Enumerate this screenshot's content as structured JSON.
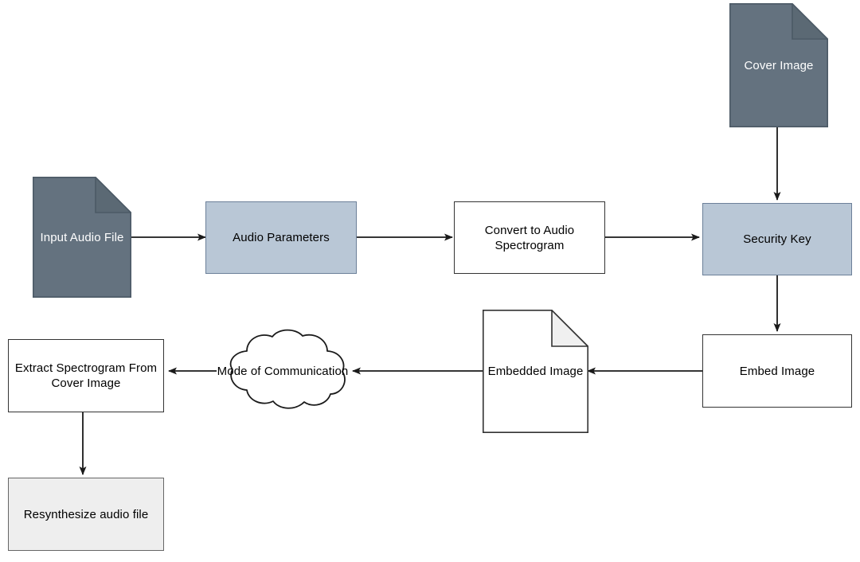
{
  "diagram": {
    "title": "Audio Steganography Flowchart",
    "background": "#ffffff",
    "colors": {
      "dark_document_fill": "#64727f",
      "dark_document_stroke": "#4c5a66",
      "accent_fill": "#b9c7d6",
      "accent_stroke": "#6c8099",
      "plain_fill": "#ffffff",
      "plain_stroke": "#333333",
      "muted_fill": "#eeeeee",
      "muted_stroke": "#666666",
      "edge_stroke": "#1a1a1a",
      "fold_fill": "#f0f0f0",
      "dark_fold_fill": "#5b6974"
    },
    "nodes": [
      {
        "id": "cover_image",
        "label": "Cover Image",
        "shape": "document",
        "style": "dark"
      },
      {
        "id": "input_audio",
        "label": "Input Audio File",
        "shape": "document",
        "style": "dark"
      },
      {
        "id": "audio_params",
        "label": "Audio Parameters",
        "shape": "rect",
        "style": "accent"
      },
      {
        "id": "convert",
        "label": "Convert to Audio Spectrogram",
        "shape": "rect",
        "style": "plain"
      },
      {
        "id": "security_key",
        "label": "Security Key",
        "shape": "rect",
        "style": "accent"
      },
      {
        "id": "embed_image",
        "label": "Embed Image",
        "shape": "rect",
        "style": "plain"
      },
      {
        "id": "embedded_image",
        "label": "Embedded Image",
        "shape": "document",
        "style": "plain"
      },
      {
        "id": "mode_comm",
        "label": "Mode of Communication",
        "shape": "cloud",
        "style": "plain"
      },
      {
        "id": "extract",
        "label": "Extract Spectrogram From Cover Image",
        "shape": "rect",
        "style": "plain"
      },
      {
        "id": "resynthesize",
        "label": "Resynthesize audio file",
        "shape": "rect",
        "style": "muted"
      }
    ],
    "edges": [
      {
        "from": "input_audio",
        "to": "audio_params",
        "direction": "right"
      },
      {
        "from": "audio_params",
        "to": "convert",
        "direction": "right"
      },
      {
        "from": "convert",
        "to": "security_key",
        "direction": "right"
      },
      {
        "from": "cover_image",
        "to": "security_key",
        "direction": "down"
      },
      {
        "from": "security_key",
        "to": "embed_image",
        "direction": "down"
      },
      {
        "from": "embed_image",
        "to": "embedded_image",
        "direction": "left"
      },
      {
        "from": "embedded_image",
        "to": "mode_comm",
        "direction": "left"
      },
      {
        "from": "mode_comm",
        "to": "extract",
        "direction": "left"
      },
      {
        "from": "extract",
        "to": "resynthesize",
        "direction": "down"
      }
    ]
  }
}
